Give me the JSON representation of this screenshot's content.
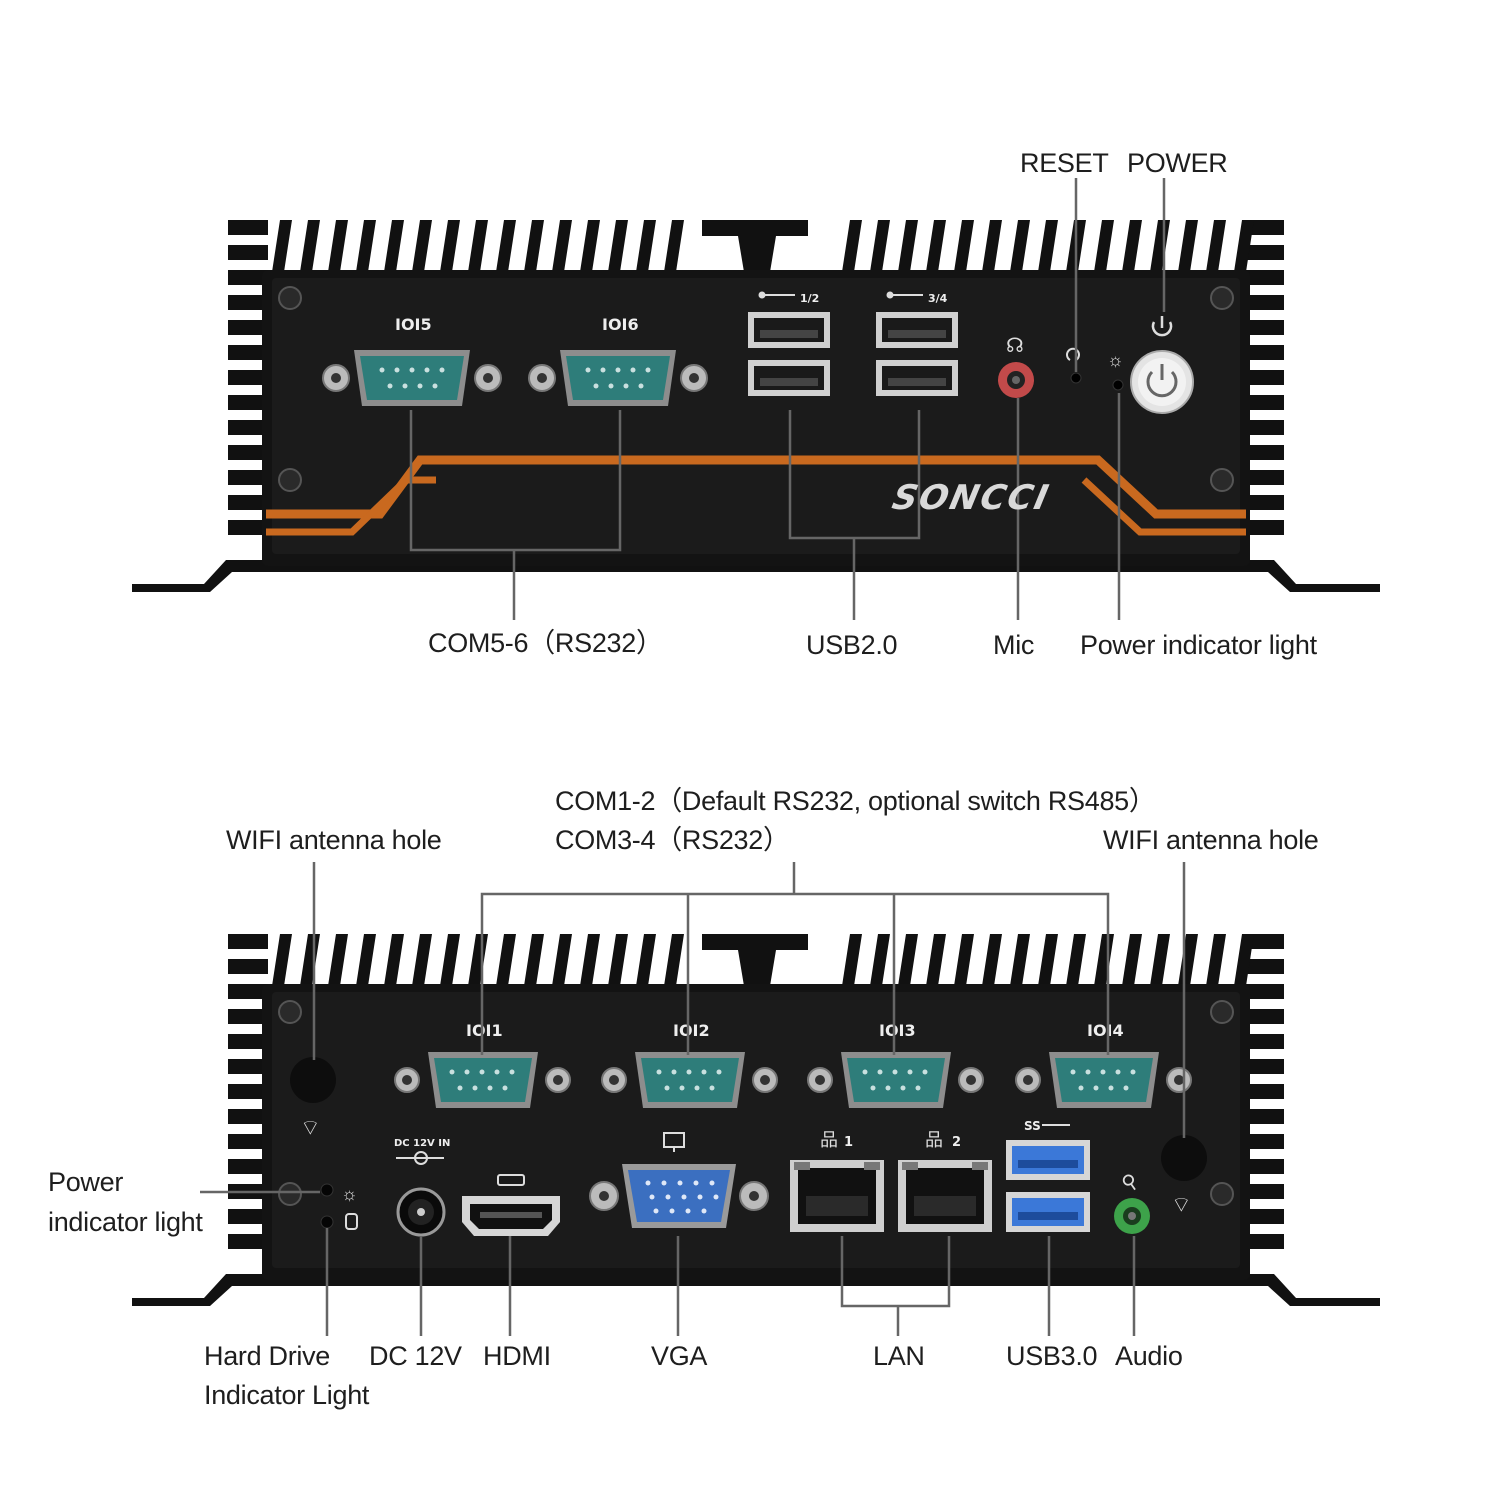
{
  "top_labels": {
    "reset": "RESET",
    "power": "POWER",
    "com56": "COM5-6（RS232）",
    "usb2": "USB2.0",
    "mic": "Mic",
    "power_light": "Power indicator light"
  },
  "bottom_labels": {
    "com12": "COM1-2（Default RS232, optional switch RS485）",
    "com34": "COM3-4（RS232）",
    "wifi_left": "WIFI antenna hole",
    "wifi_right": "WIFI antenna hole",
    "power_light_line1": "Power",
    "power_light_line2": "indicator light",
    "hdd_line1": "Hard Drive",
    "hdd_line2": "Indicator Light",
    "dc": "DC 12V",
    "hdmi": "HDMI",
    "vga": "VGA",
    "lan": "LAN",
    "usb3": "USB3.0",
    "audio": "Audio"
  },
  "device": {
    "brand": "SONCCI",
    "top_ports": {
      "com5": "IOI5",
      "com6": "IOI6",
      "usb12": "1/2",
      "usb34": "3/4"
    },
    "bottom_ports": {
      "com1": "IOI1",
      "com2": "IOI2",
      "com3": "IOI3",
      "com4": "IOI4",
      "dc_in": "DC 12V IN",
      "lan1": "1",
      "lan2": "2",
      "usb3_tag": "SS"
    }
  },
  "colors": {
    "chassis": "#131313",
    "panel": "#1b1b1b",
    "stripe": "#c9691f",
    "db9": "#2e7d7a",
    "vga": "#3b6fc0",
    "usb3": "#3b78d8",
    "mic_jack": "#c24a4a",
    "audio_jack": "#3da24a",
    "callout": "#666666"
  }
}
